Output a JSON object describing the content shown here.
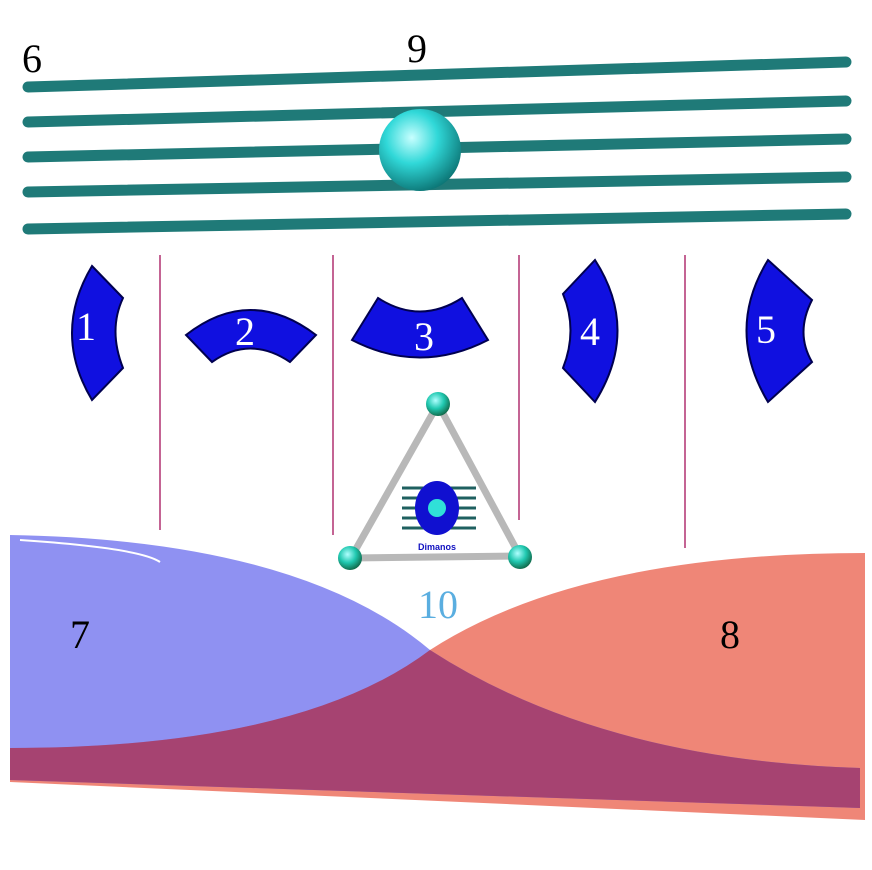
{
  "labels": {
    "rods": "6",
    "ball": "9",
    "piece1": "1",
    "piece2": "2",
    "piece3": "3",
    "piece4": "4",
    "piece5": "5",
    "left_region": "7",
    "right_region": "8",
    "center": "10"
  },
  "logo_text": "Dimanos",
  "colors": {
    "rod": "#1f7a78",
    "ball": "#30d8d8",
    "piece": "#1010e0",
    "separator": "#b03070",
    "left_region": "#7b7ef0",
    "right_region": "#ee8070",
    "overlap": "#a8406a",
    "center_label": "#5aaee0"
  }
}
